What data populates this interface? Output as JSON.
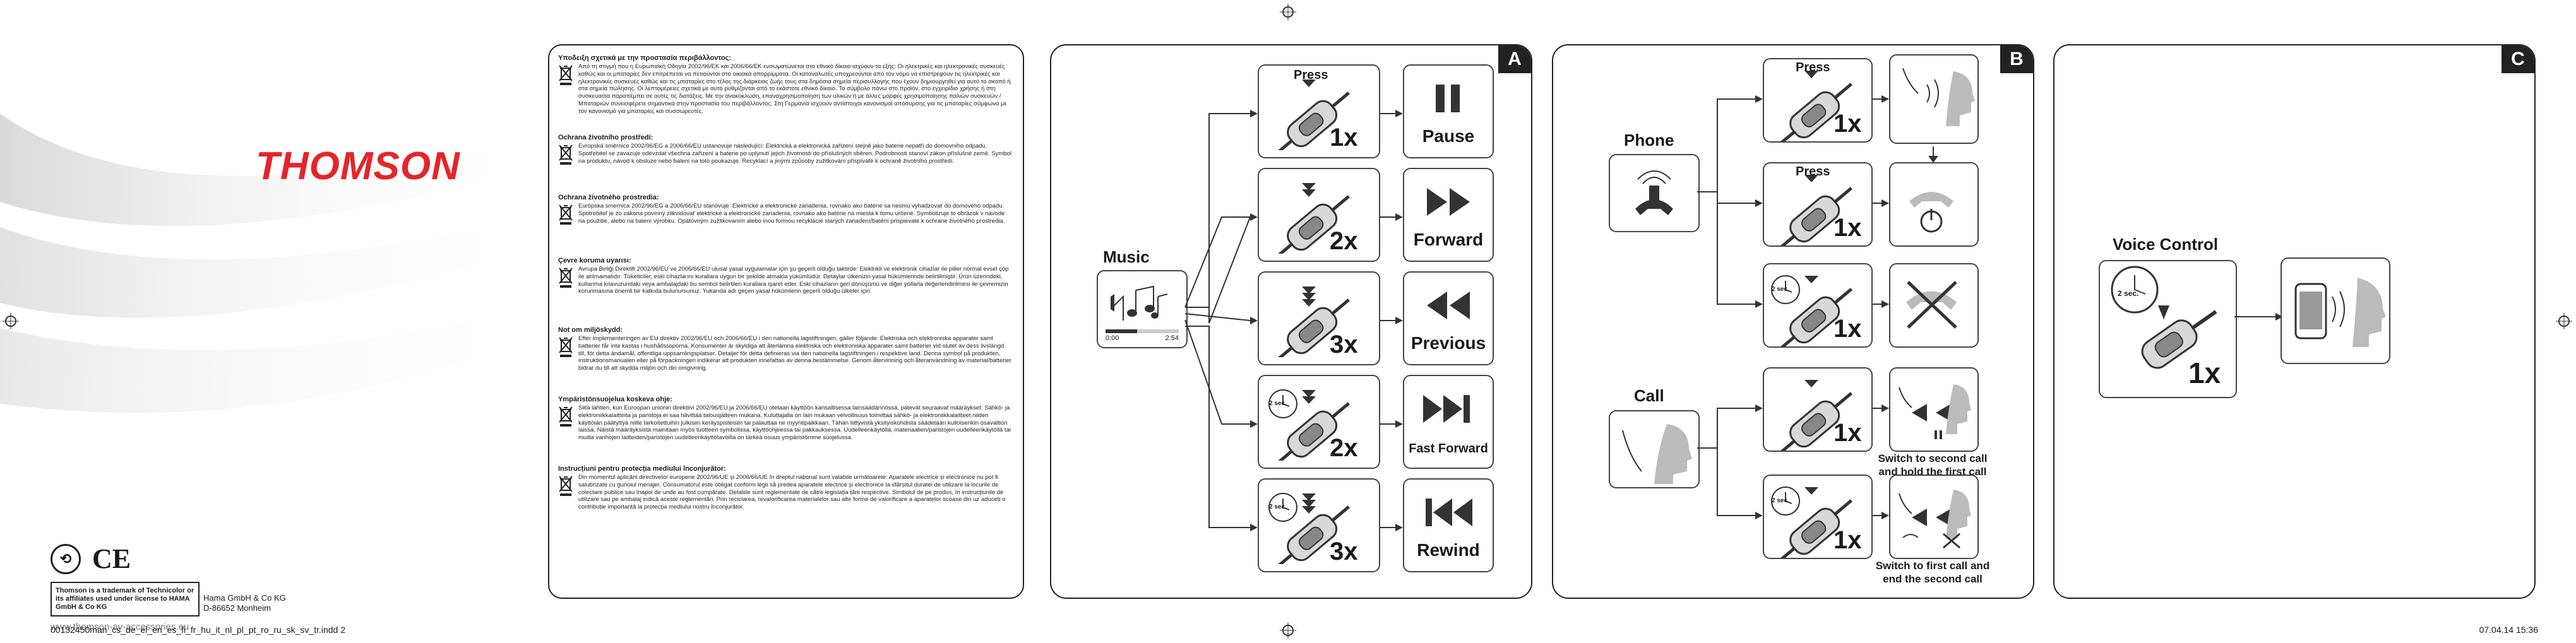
{
  "cover": {
    "brand": "THOMSON",
    "logos": {
      "recycle": "recycle-mark",
      "ce": "CE"
    },
    "trademark": "Thomson is a trademark of Technicolor or its affiliates used under license to HAMA GmbH & Co KG",
    "address_line1": "Hama GmbH & Co KG",
    "address_line2": "D-86652 Monheim",
    "website": "www.thomson-av-accessories.eu"
  },
  "document": {
    "sections": [
      {
        "title": "Υποδειξη σχετικά με την προστασία περιβάλλοντος:",
        "text": "Από τη στιγμή που η Ευρωπαϊκή Οδηγία 2002/96/ΕΚ και 2006/66/ΕΚ ενσωματώνεται στο εθνικό δίκαιο ισχύουν τα εξής: Οι ηλεκτρικές και ηλεκτρονικές συσκευές καθώς και οι μπαταρίες δεν επιτρέπεται να πετιούνται στα οικιακά απορρίμματα. Οι καταναλωτές υποχρεούνται από τον νόμο να επιστρέφουν τις ηλεκτρικές και ηλεκτρονικές συσκευές καθώς και τις μπαταρίες στο τέλος της διάρκειας ζωής τους στα δημόσια σημεία περισυλλογής που έχουν δημιουργηθεί για αυτό το σκοπό ή στα σημεία πώλησης. Οι λεπτομέρειες σχετικά με αυτό ρυθμίζονται από το εκάστοτε εθνικό δίκαιο. Το σύμβολο πάνω στο προϊόν, στο εγχειρίδιο χρήσης ή στη συσκευασία παραπέμπει σε αυτές τις διατάξεις. Με την ανακύκλωση, επαναχρησιμοποίηση των υλικών ή με άλλες μορφές χρησιμοποίησης παλιών συσκευών / Μπαταριών συνεισφέρετε σημαντικά στην προστασία του περιβάλλοντος. Στη Γερμανία ισχύουν αντίστοιχοι κανονισμοί απόσυρσης για τις μπαταρίες σύμφωνα με τον κανονισμό για μπαταρίες και συσσωρευτές."
      },
      {
        "title": "Ochrana životního prostředí:",
        "text": "Evropská směrnice 2002/96/EG a 2006/66/EU ustanovuje následující: Elektrická a elektronická zařízení stejně jako baterie nepatří do domovního odpadu. Spotřebitel se zavazuje odevzdat všechna zařízení a baterie po uplynutí jejich životnosti do příslušných sběren. Podrobnosti stanoví zákon příslušné země. Symbol na produktu, návod k obsluze nebo balení na toto poukazuje. Recyklací a jinými způsoby zužitkování přispíváte k ochraně životního prostředí."
      },
      {
        "title": "Ochrana životného prostredia:",
        "text": "Európska smernica 2002/96/EG a 2006/66/EU stanovuje: Elektrické a elektronické zariadenia, rovnako ako batérie sa nesmú vyhadzovať do domového odpadu. Spotrebiteľ je zo zákona povinný zlikvidovať elektrické a elektronické zariadenia, rovnako ako batérie na miesta k tomu určené. Symbolizuje to obrázok v návode na použitie, alebo na balení výrobku. Opätovným zužitkovaním alebo inou formou recyklácie starých zariadení/batérií prispievate k ochrane životného prostredia."
      },
      {
        "title": "Çevre koruma uyarısı:",
        "text": "Avrupa Birliği Direktifi 2002/96/EU ve 2006/66/EU ulusal yasal uygulamalar için şu geçerli olduğu taktirde: Elektrikli ve elektronik cihazlar ile piller normal evsel çöp ile atılmamalıdır. Tüketiciler, eski cihazlarını kurallara uygun bir şekilde atmakla yükümlüdür. Detaylar ülkenizin yasal hükümlerinde belirtilmiştir. Ürün üzerindeki, kullanma kılavuzundaki veya ambalajdaki bu sembol belirtilen kurallara işaret eder. Eski cihazların geri dönüşümü ve diğer yollarla değerlendirilmesi ile çevremizin korunmasına önemli bir katkıda bulunursunuz. Yukarıda adı geçen yasal hükümlerin geçerli olduğu ülkeler için."
      },
      {
        "title": "Not om miljöskydd:",
        "text": "Efter implementeringen av EU direktiv 2002/96/EU och 2006/66/EU i den nationella lagstiftningen, gäller följande: Elektriska och elektroniska apparater samt batterier får inte kastas i hushållssoporna. Konsumenter är skyldiga att återlämna elektriska och elektroniska apparater samt batterier vid slutet av dess livslängd till, för detta ändamål, offentliga uppsamlingsplatser. Detaljer för detta definieras via den nationella lagstiftningen i respektive land. Denna symbol på produkten, instruktionsmanualen eller på förpackningen indikerar att produkten innefattas av denna bestämmelse. Genom återvinning och återanvändning av material/batterier bidrar du till att skydda miljön och din omgivning."
      },
      {
        "title": "Ympäristönsuojelua koskeva ohje:",
        "text": "Siitä lähtien, kun Euroopan unionin direktiivi 2002/96/EU ja 2006/66/EU otetaan käyttöön kansallisessa lainsäädännössä, pätevät seuraavat määräykset: Sähkö- ja elektroniikkalaitteita ja paristoja ei saa hävittää talousjätteen mukana. Kuluttajalla on lain mukaan velvollisuus toimittaa sähkö- ja elektroniikkalaitteet niiden käyttöiän päätyttyä niille tarkoitettuihin julkisiin keräyspisteisiin tai palauttaa ne myyntipaikkaan. Tähän liittyvistä yksityiskohdista säädetään kulloisenkin osavaltion laissa. Näistä määräyksistä mainitaan myös tuotteen symbolissa, käyttöohjeessa tai pakkauksessa. Uudelleenkäytöllä, materiaalien/paristojen uudelleenkäytöllä tai muilla vanhojen laitteiden/paristojen uudelleenkäyttötavoilla on tärkeä osuus ympäristömme suojelussa."
      },
      {
        "title": "Instrucțiuni pentru protecția mediului înconjurător:",
        "text": "Din momentul aplicării directivelor europene 2002/96/UE și 2006/66/UE în dreptul național sunt valabile următoarele: Aparatele electrice și electronice nu pot fi salubrizate cu gunoiul menajer. Consumatorul este obligat conform legii să predea aparatele electrice și electronice la sfârșitul duratei de utilizare la locurile de colectare publice sau înapoi de unde au fost cumpărate. Detaliile sunt reglementate de către legislația țării respective. Simbolul de pe produs, în instrucțiunile de utilizare sau pe ambalaj indică aceste reglementări. Prin reciclarea, revalorificarea materialelor sau alte forme de valorificare a aparatelor scoase din uz aduceți o contribuție importantă la protecția mediului nostru înconjurător."
      }
    ]
  },
  "panelA": {
    "letter": "A",
    "music_label": "Music",
    "time_start": "0:00",
    "time_end": "2:54",
    "press_label": "Press",
    "rows": [
      {
        "mult": "1x",
        "action": "Pause",
        "action_icon": "pause-icon"
      },
      {
        "mult": "2x",
        "action": "Forward",
        "action_icon": "forward-icon"
      },
      {
        "mult": "3x",
        "action": "Previous",
        "action_icon": "previous-icon"
      },
      {
        "mult": "2x",
        "action": "Fast Forward",
        "action_icon": "fast-forward-icon",
        "hold": "2 sec."
      },
      {
        "mult": "3x",
        "action": "Rewind",
        "action_icon": "rewind-icon",
        "hold": "2 sec."
      }
    ]
  },
  "panelB": {
    "letter": "B",
    "phone_label": "Phone",
    "call_label": "Call",
    "press_label": "Press",
    "rows": [
      {
        "mult": "1x"
      },
      {
        "mult": "1x"
      },
      {
        "mult": "1x",
        "hold": "2 sec."
      },
      {
        "mult": "1x",
        "caption": "Switch to second call and hold the first call"
      },
      {
        "mult": "1x",
        "hold": "2 sec.",
        "caption": "Switch to first call and end the second call"
      }
    ]
  },
  "panelC": {
    "letter": "C",
    "title": "Voice Control",
    "hold": "2 sec.",
    "mult": "1x"
  },
  "footer": {
    "left": "00132450man_cs_de_el_en_es_fi_fr_hu_it_nl_pl_pt_ro_ru_sk_sv_tr.indd   2",
    "right": "07.04.14   15:36"
  }
}
